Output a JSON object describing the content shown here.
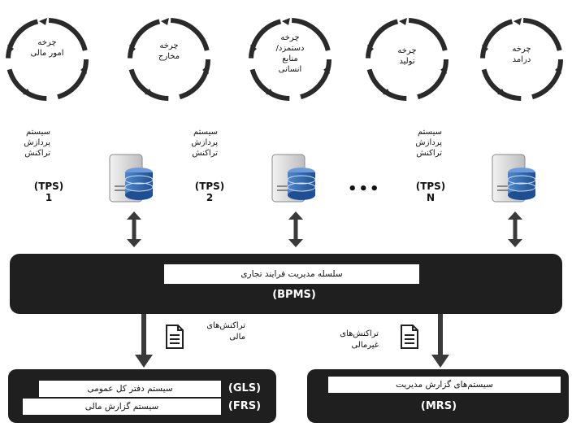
{
  "cycles": [
    {
      "line1": "چرخه",
      "line2": "امور مالی",
      "line3": "",
      "line4": ""
    },
    {
      "line1": "چرخه",
      "line2": "مخارج",
      "line3": "",
      "line4": ""
    },
    {
      "line1": "چرخه",
      "line2": "دستمزد/",
      "line3": "منابع",
      "line4": "انسانی"
    },
    {
      "line1": "چرخه",
      "line2": "تولید",
      "line3": "",
      "line4": ""
    },
    {
      "line1": "چرخه",
      "line2": "درامد",
      "line3": "",
      "line4": ""
    }
  ],
  "tps": [
    {
      "line1": "سیستم",
      "line2": "پردازش",
      "line3": "تراکنش",
      "id": "(TPS)",
      "num": "1"
    },
    {
      "line1": "سیستم",
      "line2": "پردازش",
      "line3": "تراکنش",
      "id": "(TPS)",
      "num": "2"
    },
    {
      "line1": "سیستم",
      "line2": "پردازش",
      "line3": "تراکنش",
      "id": "(TPS)",
      "num": "N"
    }
  ],
  "ellipsis": "•••",
  "bpms": {
    "label": "سلسله مدیریت فرایند تجاری",
    "abbr": "(BPMS)"
  },
  "flows": {
    "financial": {
      "line1": "تراکنش‌های",
      "line2": "مالی"
    },
    "nonfinancial": {
      "line1": "تراکنش‌های",
      "line2": "غیرمالی"
    }
  },
  "left_box": {
    "gls_label": "سیستم دفتر کل عمومی",
    "gls_abbr": "(GLS)",
    "frs_label": "سیستم گزارش مالی",
    "frs_abbr": "(FRS)"
  },
  "right_box": {
    "label": "سیستم‌های گزارش مدیریت",
    "abbr": "(MRS)"
  },
  "colors": {
    "dark": "#1f1f1f",
    "server_blue": "#2f63a8",
    "arrow": "#3a3a3a"
  },
  "icons": [
    "cycle-arrow-icon",
    "server-database-icon",
    "double-arrow-icon",
    "document-icon",
    "down-arrow-icon"
  ]
}
